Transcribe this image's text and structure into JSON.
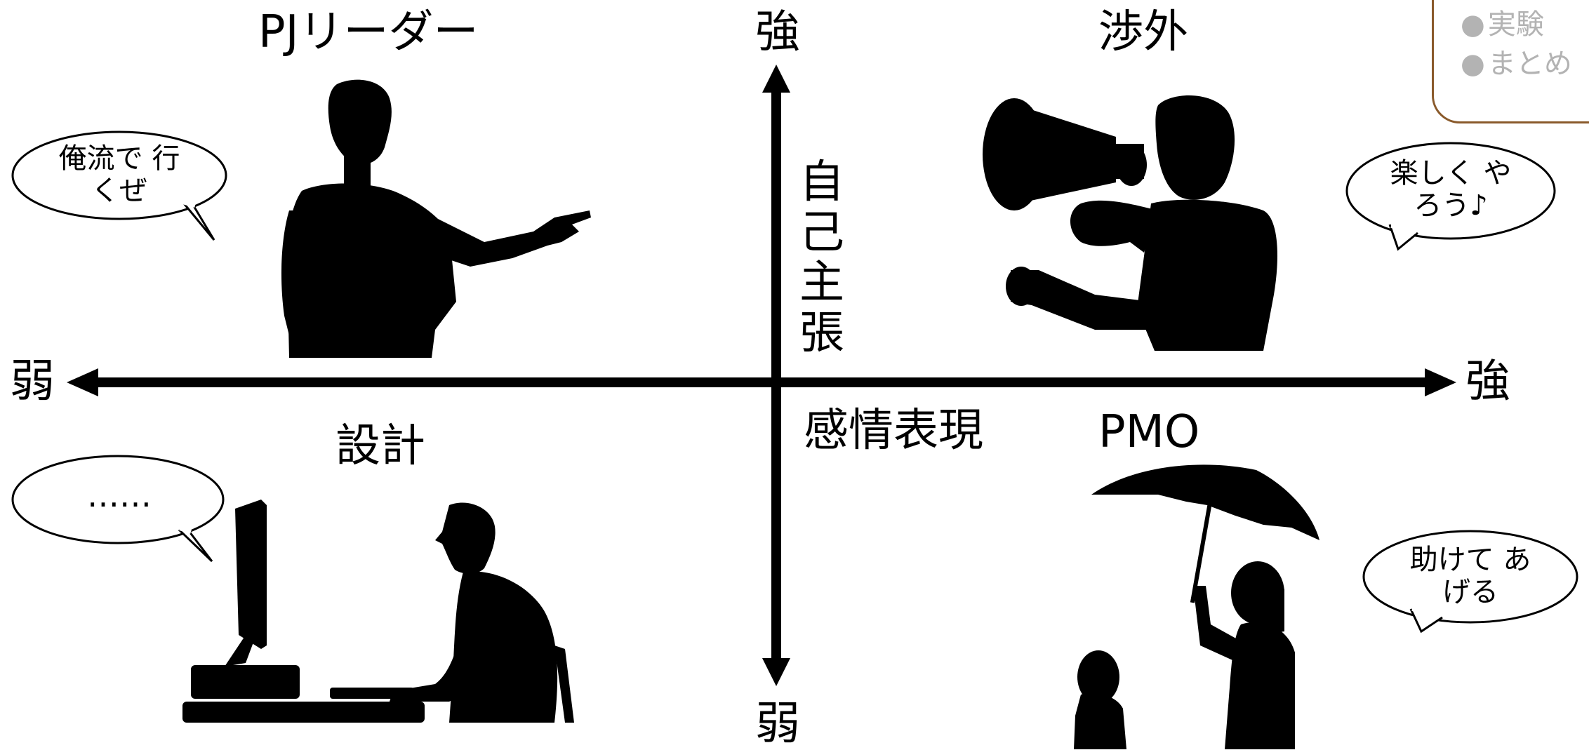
{
  "axes": {
    "vertical_label": "自己主張",
    "horizontal_label": "感情表現",
    "top": "強",
    "bottom": "弱",
    "left": "弱",
    "right": "強"
  },
  "quadrants": {
    "top_left": {
      "title": "PJリーダー",
      "speech": "俺流で 行くぜ"
    },
    "top_right": {
      "title": "渉外",
      "speech": "楽しく やろう♪"
    },
    "bottom_left": {
      "title": "設計",
      "speech": "……"
    },
    "bottom_right": {
      "title": "PMO",
      "speech": "助けて あげる"
    }
  },
  "nav": {
    "items": [
      "実験",
      "まとめ"
    ]
  }
}
